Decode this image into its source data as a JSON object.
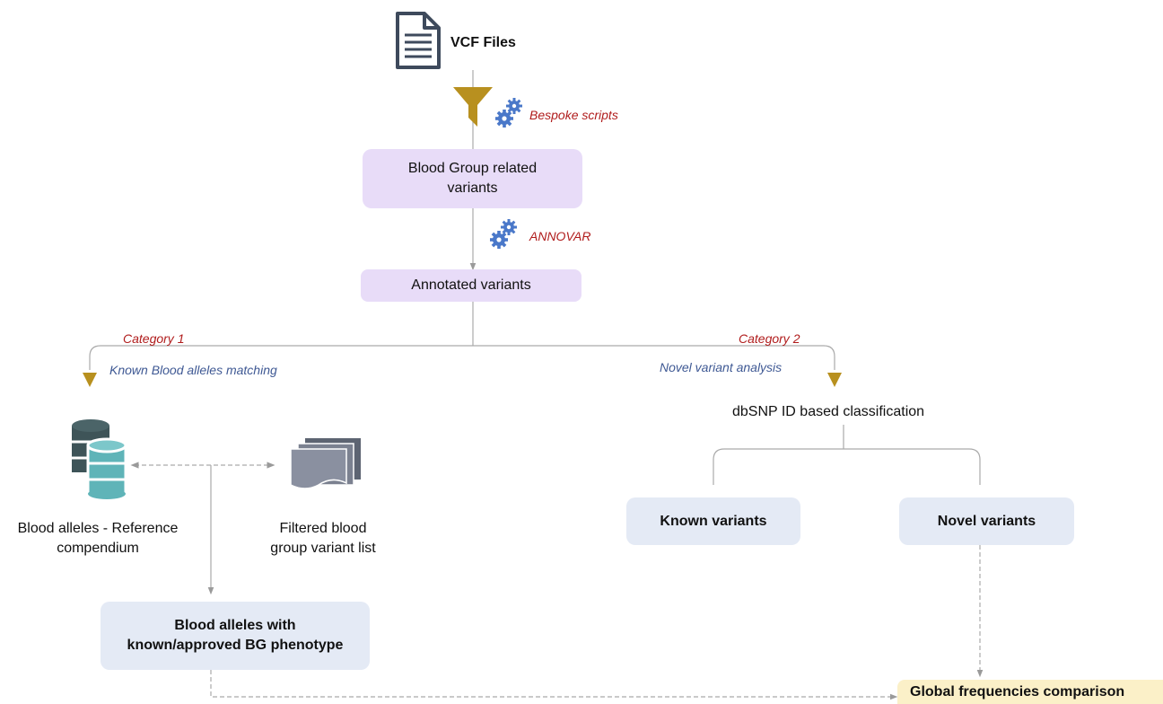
{
  "nodes": {
    "vcf_files": "VCF Files",
    "blood_group_variants": "Blood Group related\nvariants",
    "annotated_variants": "Annotated variants",
    "dbsnp_classification": "dbSNP ID based classification",
    "known_variants": "Known variants",
    "novel_variants": "Novel variants",
    "blood_alleles_reference": "Blood alleles - Reference\ncompendium",
    "filtered_list": "Filtered blood\ngroup variant list",
    "blood_alleles_phenotype": "Blood alleles with\nknown/approved BG phenotype",
    "global_frequencies": "Global frequencies comparison"
  },
  "tools": {
    "bespoke_scripts": "Bespoke scripts",
    "annovar": "ANNOVAR"
  },
  "branches": {
    "category1": "Category 1",
    "category1_desc": "Known Blood alleles matching",
    "category2": "Category 2",
    "category2_desc": "Novel variant analysis"
  },
  "icons": [
    "document-icon",
    "filter-funnel-icon",
    "gears-icon",
    "database-icon",
    "stacked-documents-icon"
  ],
  "colors": {
    "process_box": "#e8dcf8",
    "result_box": "#e4eaf5",
    "final_box": "#fbf0c8",
    "tool_label": "#b01c1c",
    "branch_label": "#3f5994",
    "arrow_gold": "#b8901f",
    "icon_dark": "#3e4a5c",
    "icon_teal": "#4fa8ad",
    "gear_blue": "#4a78c9"
  }
}
